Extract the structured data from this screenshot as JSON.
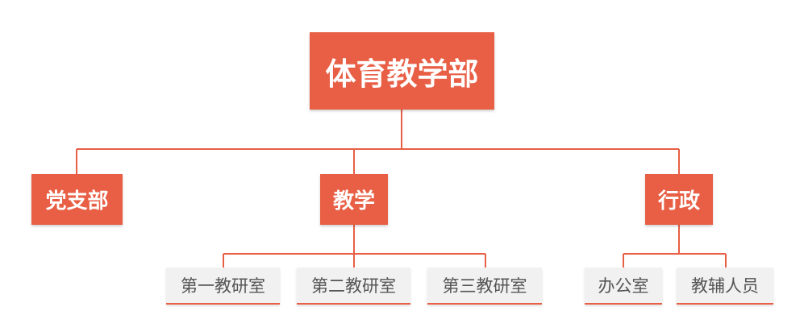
{
  "colors": {
    "accent": "#e85f45",
    "leaf_background": "#f1f1f1",
    "leaf_text": "#555555",
    "node_text": "#ffffff"
  },
  "org": {
    "root": "体育教学部",
    "departments": [
      {
        "label": "党支部",
        "children": []
      },
      {
        "label": "教学",
        "children": [
          "第一教研室",
          "第二教研室",
          "第三教研室"
        ]
      },
      {
        "label": "行政",
        "children": [
          "办公室",
          "教辅人员"
        ]
      }
    ]
  }
}
